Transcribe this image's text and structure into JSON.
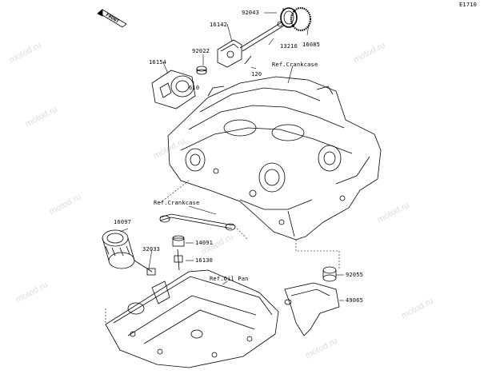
{
  "diagram_id": "E1710",
  "front_label": "FRONT",
  "watermark": "motod.ru",
  "parts": {
    "p92043": "92043",
    "p16142": "16142",
    "p16085": "16085",
    "p13216": "13216",
    "p92022": "92022",
    "p16154": "16154",
    "p610": "610",
    "p120": "120",
    "p16097": "16097",
    "p32033": "32033",
    "p14091": "14091",
    "p16130": "16130",
    "p92055": "92055",
    "p49065": "49065"
  },
  "refs": {
    "crankcase_top": "Ref.Crankcase",
    "crankcase_mid": "Ref.Crankcase",
    "oil_pan": "Ref.Oil Pan"
  }
}
